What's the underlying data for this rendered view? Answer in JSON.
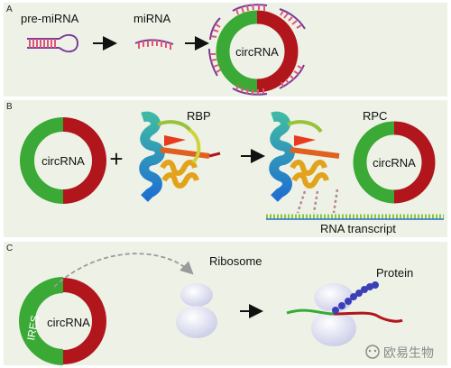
{
  "panels": {
    "a": {
      "letter": "A",
      "pre_mirna_label": "pre-miRNA",
      "mirna_label": "miRNA",
      "circrna_label": "circRNA"
    },
    "b": {
      "letter": "B",
      "circrna_label": "circRNA",
      "plus_sign": "+",
      "rbp_label": "RBP",
      "rpc_label": "RPC",
      "circrna_label_2": "circRNA",
      "transcript_label": "RNA transcript"
    },
    "c": {
      "letter": "C",
      "ires_label": "IRES",
      "circrna_label": "circRNA",
      "ribosome_label": "Ribosome",
      "protein_label": "Protein"
    }
  },
  "watermark": {
    "text": "欧易生物"
  },
  "colors": {
    "circ_green": "#3aa935",
    "circ_red": "#b0161c",
    "mirna_pink": "#e05577",
    "background_panel": "#eef2e6",
    "protein_blue": "#3a3fb8",
    "transcript_green": "#8cc63f"
  }
}
